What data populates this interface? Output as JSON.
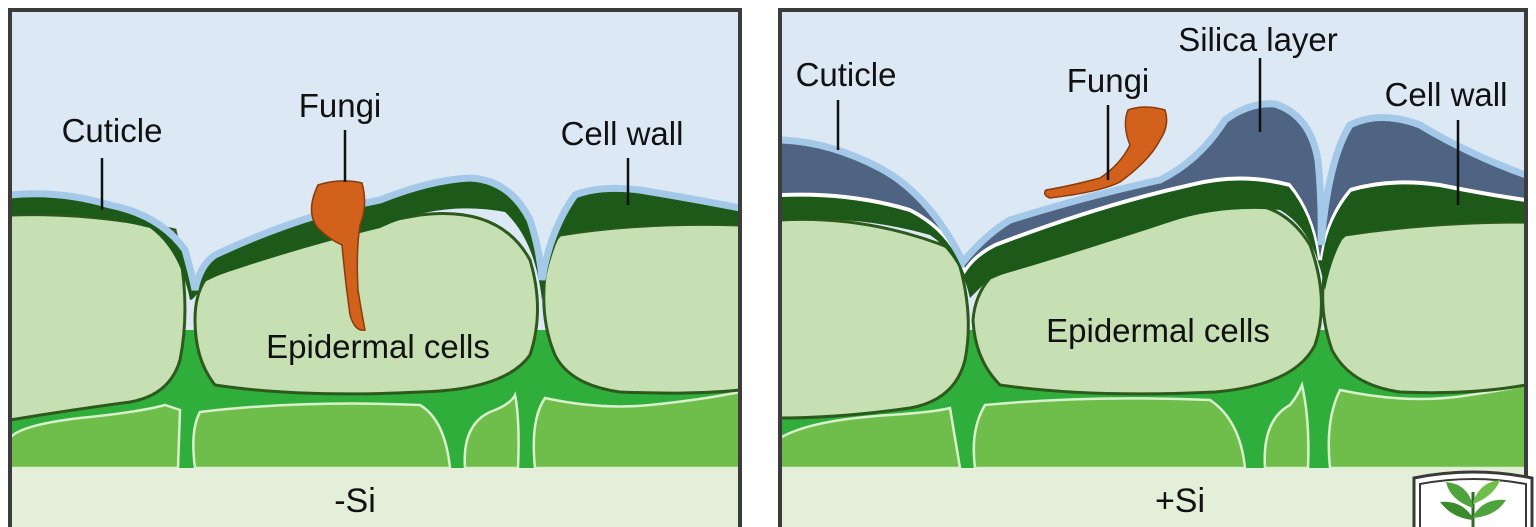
{
  "panels": {
    "left": {
      "condition": "-Si",
      "labels": {
        "cuticle": "Cuticle",
        "fungi": "Fungi",
        "cell_wall": "Cell wall",
        "epidermal": "Epidermal cells"
      }
    },
    "right": {
      "condition": "+Si",
      "labels": {
        "cuticle": "Cuticle",
        "fungi": "Fungi",
        "silica": "Silica layer",
        "cell_wall": "Cell wall",
        "epidermal": "Epidermal cells"
      }
    }
  },
  "colors": {
    "sky": "#dce9f5",
    "cuticle": "#a4c9e8",
    "cell_wall": "#1d5a1a",
    "epidermal_cell": "#c6e0b4",
    "mesophyll_gap": "#2fae3c",
    "mesophyll_cell": "#6fbe4b",
    "fungi": "#d2611c",
    "silica": "#4f6482",
    "condition_band": "#e4efd9",
    "frame": "#3c3c3c"
  },
  "logo_icon": "plant-leaf-book-icon"
}
